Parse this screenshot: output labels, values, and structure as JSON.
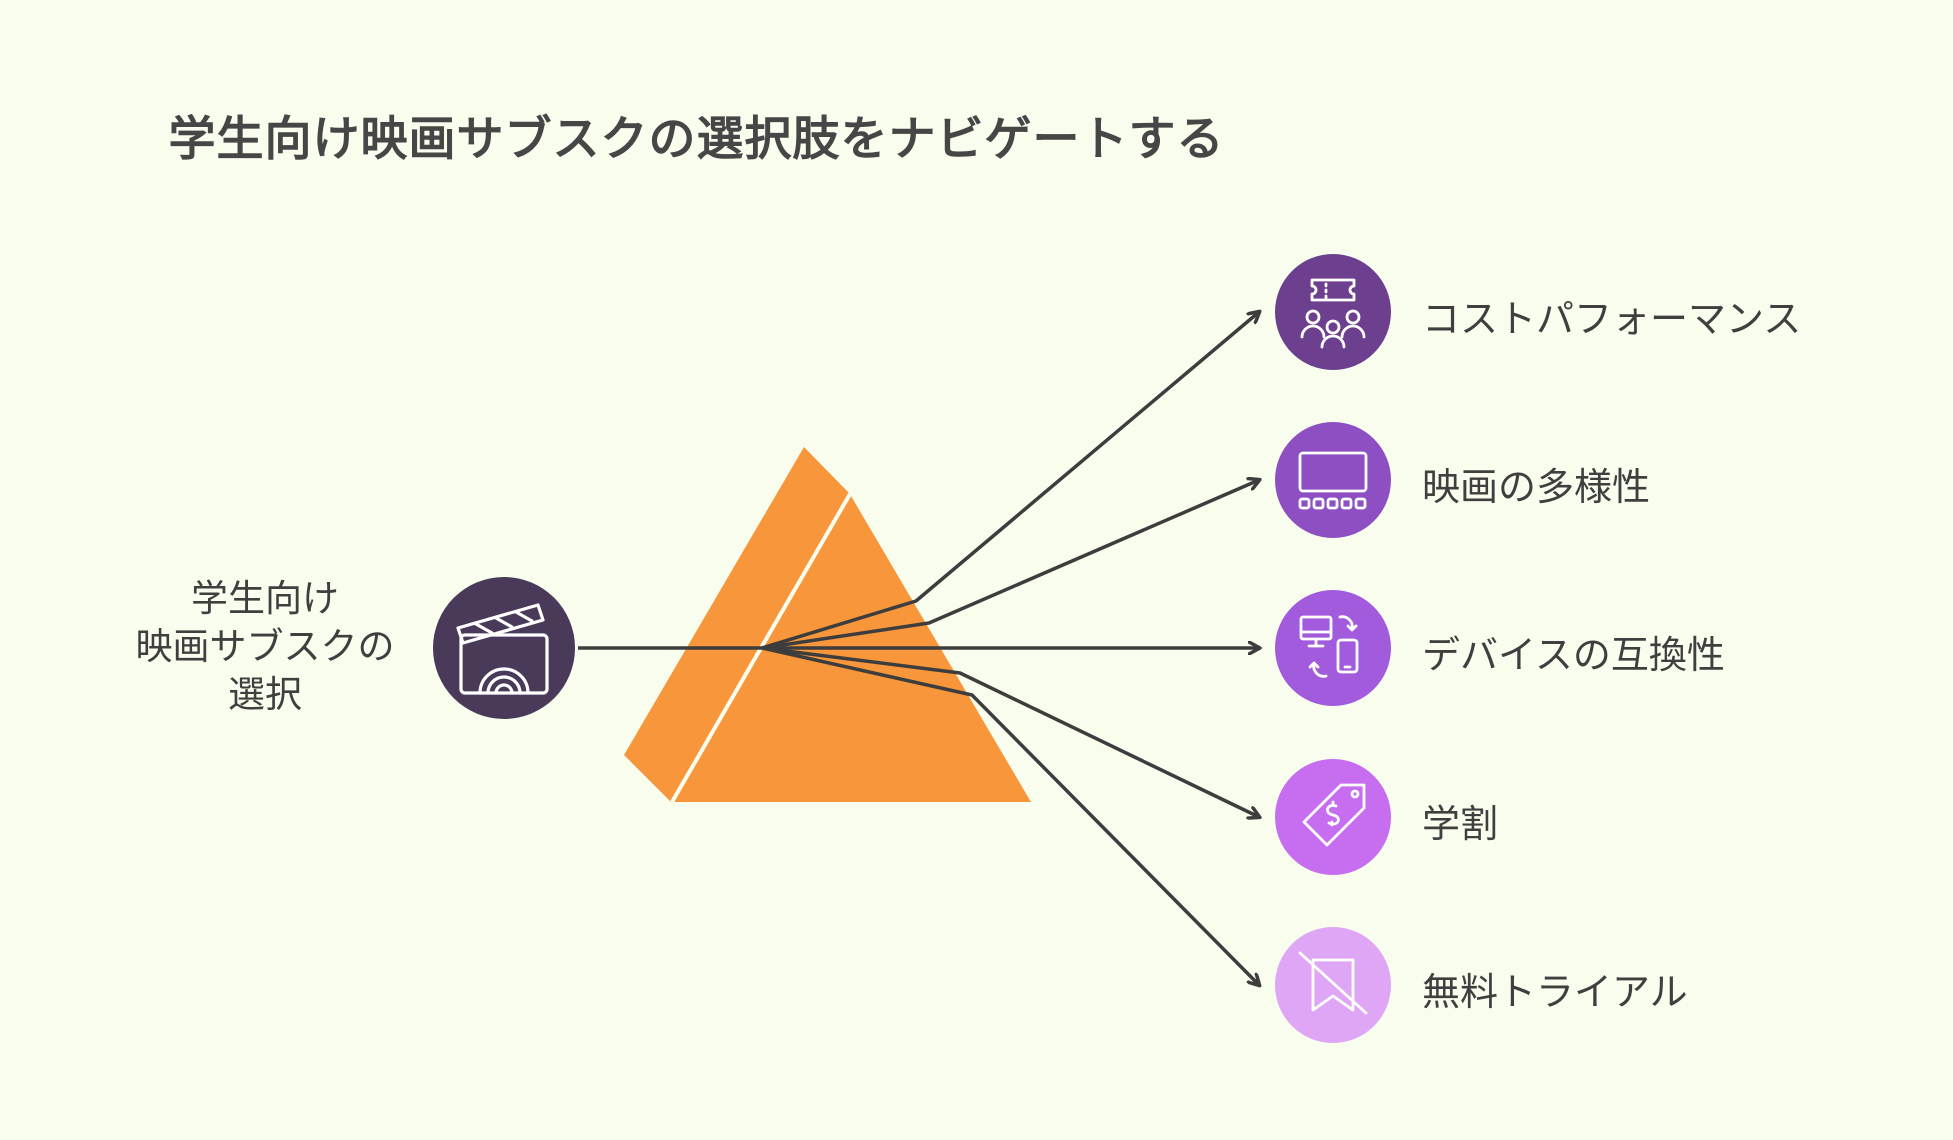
{
  "title": "学生向け映画サブスクの選択肢をナビゲートする",
  "source": {
    "label_lines": [
      "学生向け",
      "映画サブスクの",
      "選択"
    ],
    "icon": "clapperboard-icon",
    "color": "#4a3a5a"
  },
  "prism_color": "#f7963a",
  "options": [
    {
      "label": "コストパフォーマンス",
      "icon": "ticket-audience-icon",
      "color": "#6d3f8f"
    },
    {
      "label": "映画の多様性",
      "icon": "cinema-screen-icon",
      "color": "#8e4fc2"
    },
    {
      "label": "デバイスの互換性",
      "icon": "devices-sync-icon",
      "color": "#a25bdc"
    },
    {
      "label": "学割",
      "icon": "price-tag-icon",
      "color": "#c76ef0"
    },
    {
      "label": "無料トライアル",
      "icon": "bookmark-off-icon",
      "color": "#dfa6f5"
    }
  ]
}
